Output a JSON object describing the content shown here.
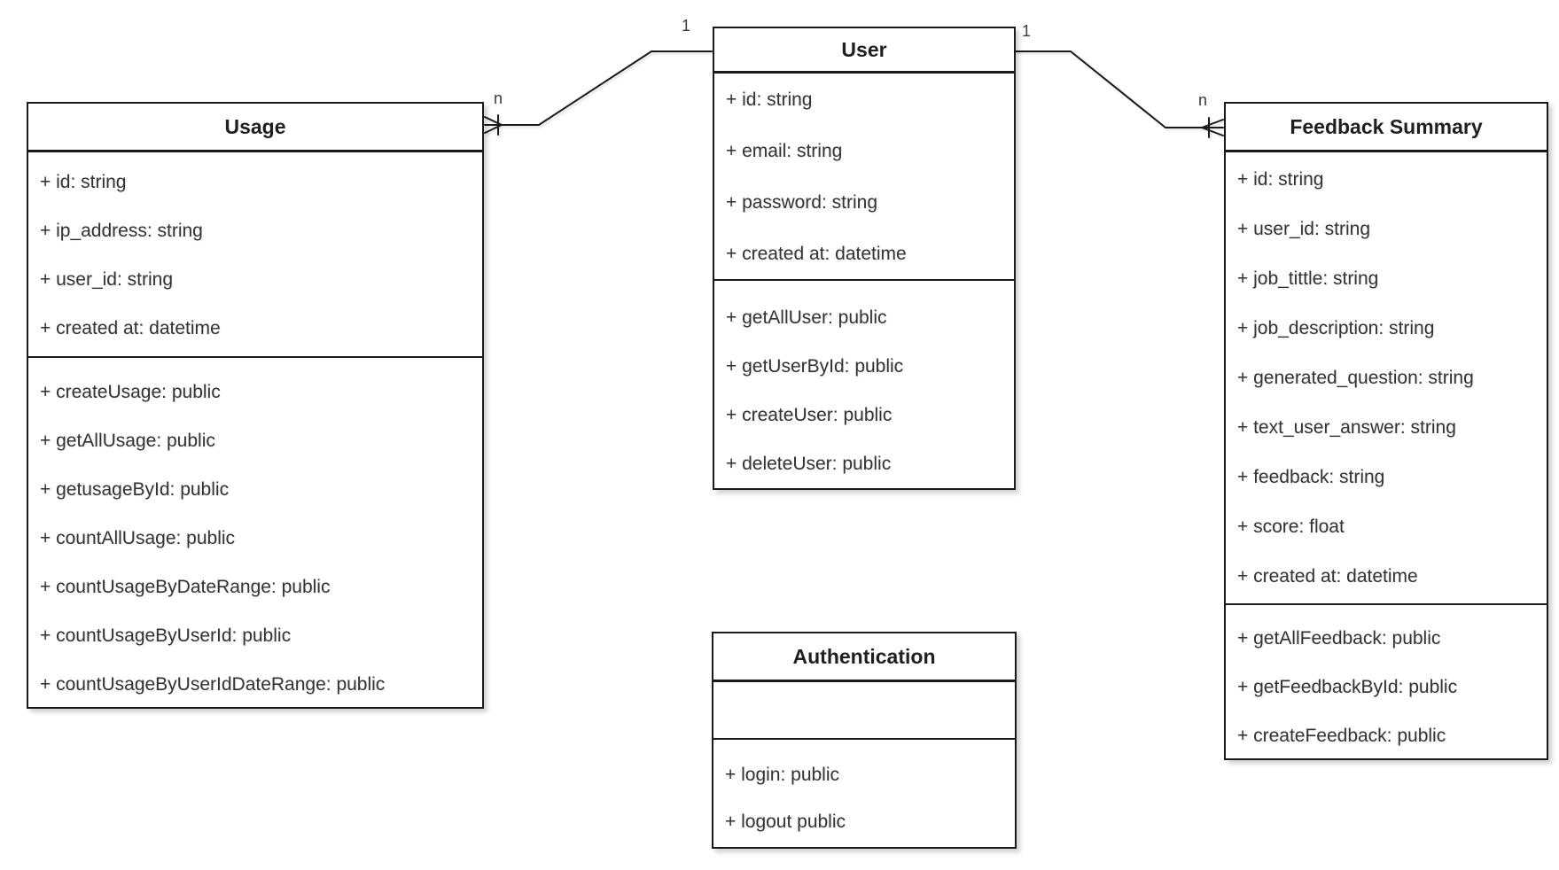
{
  "diagram": {
    "type": "uml-class-diagram",
    "background_color": "#ffffff",
    "line_color": "#1a1a1a",
    "text_color": "#333333",
    "classes": [
      {
        "title": "Usage",
        "attributes": [
          "+ id: string",
          "+ ip_address: string",
          "+ user_id: string",
          "+ created at: datetime"
        ],
        "methods": [
          "+ createUsage: public",
          "+ getAllUsage: public",
          "+ getusageById: public",
          "+ countAllUsage: public",
          "+ countUsageByDateRange: public",
          "+ countUsageByUserId: public",
          "+ countUsageByUserIdDateRange: public"
        ]
      },
      {
        "title": "User",
        "attributes": [
          "+ id: string",
          "+ email: string",
          "+ password: string",
          "+ created at: datetime"
        ],
        "methods": [
          "+ getAllUser: public",
          "+ getUserById: public",
          "+ createUser: public",
          "+ deleteUser: public"
        ]
      },
      {
        "title": "Feedback Summary",
        "attributes": [
          "+ id: string",
          "+ user_id: string",
          "+ job_tittle: string",
          "+ job_description: string",
          "+ generated_question: string",
          "+ text_user_answer: string",
          "+ feedback: string",
          "+ score: float",
          "+ created at: datetime"
        ],
        "methods": [
          "+ getAllFeedback: public",
          "+ getFeedbackById: public",
          "+ createFeedback: public"
        ]
      },
      {
        "title": "Authentication",
        "attributes": [],
        "methods": [
          "+ login: public",
          "+ logout public"
        ]
      }
    ],
    "relations": [
      {
        "from": "User",
        "to": "Usage",
        "from_multiplicity": "1",
        "to_multiplicity": "n",
        "end_style": "crow-foot-many"
      },
      {
        "from": "User",
        "to": "Feedback Summary",
        "from_multiplicity": "1",
        "to_multiplicity": "n",
        "end_style": "crow-foot-many"
      }
    ]
  }
}
